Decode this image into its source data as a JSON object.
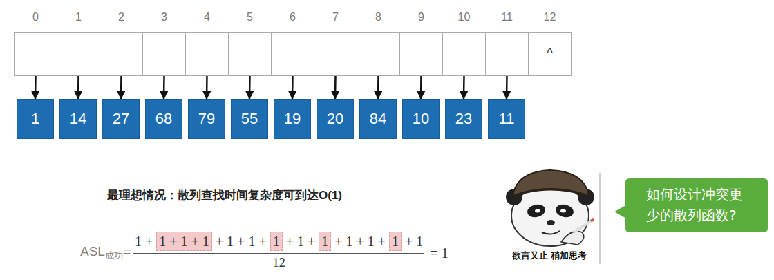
{
  "diagram": {
    "nodes": [
      {
        "text": [
          "0"
        ]
      },
      {
        "text": [
          "1"
        ]
      },
      {
        "text": [
          "2"
        ]
      },
      {
        "text": [
          "3"
        ]
      },
      {
        "text": [
          "4"
        ]
      },
      {
        "text": [
          "5"
        ]
      },
      {
        "text": [
          "6"
        ]
      },
      {
        "text": [
          "7"
        ]
      },
      {
        "text": [
          "8"
        ]
      },
      {
        "text": [
          "9"
        ]
      },
      {
        "text": [
          "10"
        ]
      },
      {
        "text": [
          "11"
        ]
      },
      {
        "text": [
          "12",
          "^"
        ]
      },
      {
        "text": [
          "1"
        ]
      },
      {
        "text": [
          "14"
        ]
      },
      {
        "text": [
          "27"
        ]
      },
      {
        "text": [
          "68"
        ]
      },
      {
        "text": [
          "79"
        ]
      },
      {
        "text": [
          "55"
        ]
      },
      {
        "text": [
          "19"
        ]
      },
      {
        "text": [
          "20"
        ]
      },
      {
        "text": [
          "84"
        ]
      },
      {
        "text": [
          "10"
        ]
      },
      {
        "text": [
          "23"
        ]
      },
      {
        "text": [
          "11"
        ]
      },
      {
        "text": [
          "1 + 1 + 1"
        ]
      },
      {
        "text": [
          "1"
        ]
      },
      {
        "text": [
          "1"
        ]
      },
      {
        "text": [
          "1"
        ]
      },
      {
        "text": [
          "如何设计冲突更少的散列函数?"
        ]
      }
    ],
    "edges": [
      {
        "from": 0,
        "to": 13,
        "arrow": "to"
      },
      {
        "from": 1,
        "to": 14,
        "arrow": "to"
      },
      {
        "from": 2,
        "to": 15,
        "arrow": "to"
      },
      {
        "from": 3,
        "to": 16,
        "arrow": "to"
      },
      {
        "from": 4,
        "to": 17,
        "arrow": "to"
      },
      {
        "from": 5,
        "to": 18,
        "arrow": "to"
      },
      {
        "from": 6,
        "to": 19,
        "arrow": "to"
      },
      {
        "from": 7,
        "to": 20,
        "arrow": "to"
      },
      {
        "from": 8,
        "to": 21,
        "arrow": "to"
      },
      {
        "from": 9,
        "to": 22,
        "arrow": "to"
      },
      {
        "from": 10,
        "to": 23,
        "arrow": "to"
      },
      {
        "from": 11,
        "to": 24,
        "arrow": "to"
      }
    ],
    "labels": [
      "最理想情况：散列查找时间复杂度可到达O(1)",
      "ASL",
      "成功",
      "=",
      "1 +",
      "+ 1 + 1 +",
      "+ 1 +",
      "+ 1 + 1 +",
      "+ 1",
      "12",
      "= 1",
      "欲言又止 稍加思考"
    ]
  }
}
